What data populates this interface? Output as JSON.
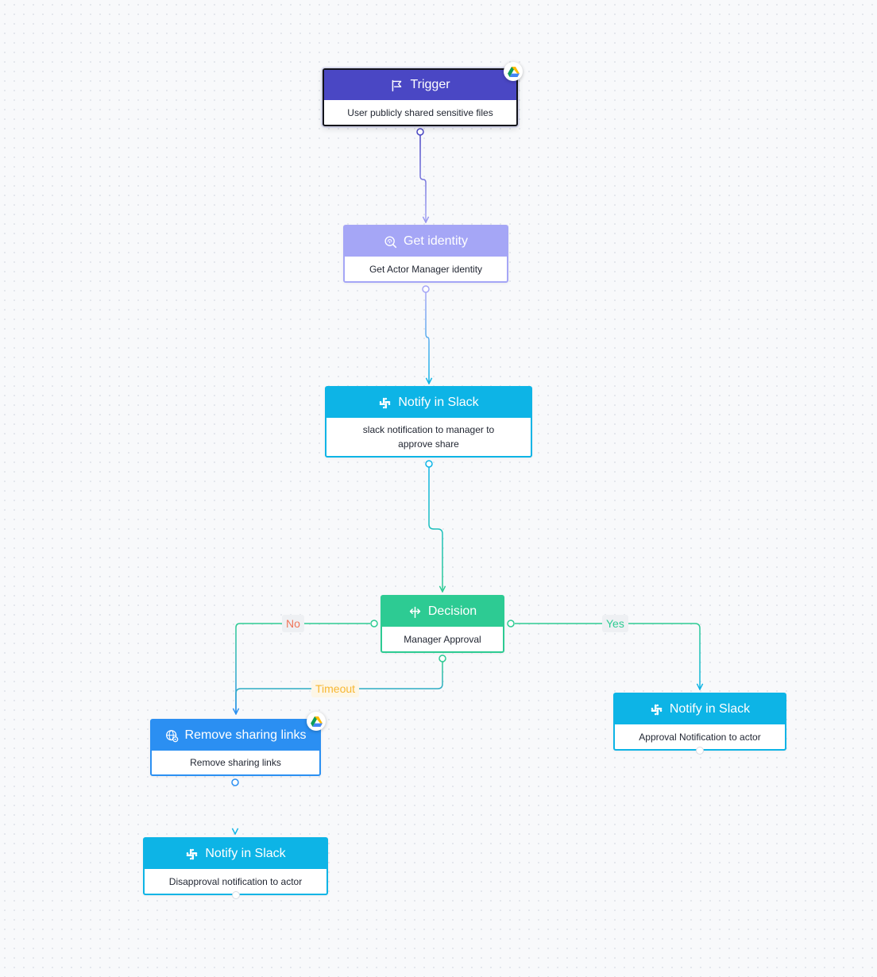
{
  "colors": {
    "trigger": "#4a47c4",
    "identity": "#a5a6f6",
    "slack": "#0db4e6",
    "decision": "#2dcb93",
    "remove": "#2b8ff2",
    "no_label": "#f07559",
    "yes_label": "#2dcb93",
    "timeout_label": "#f7b731"
  },
  "nodes": {
    "trigger": {
      "title": "Trigger",
      "text": "User publicly shared sensitive files",
      "icon": "flag-icon",
      "badge": "google-drive-icon"
    },
    "get_identity": {
      "title": "Get identity",
      "text": "Get Actor Manager identity",
      "icon": "fingerprint-search-icon"
    },
    "notify_manager": {
      "title": "Notify in Slack",
      "text": "slack notification to manager to approve share",
      "icon": "slack-icon"
    },
    "decision": {
      "title": "Decision",
      "text": "Manager Approval",
      "icon": "split-arrows-icon"
    },
    "notify_approval": {
      "title": "Notify in Slack",
      "text": "Approval Notification to actor",
      "icon": "slack-icon"
    },
    "remove_links": {
      "title": "Remove sharing links",
      "text": "Remove sharing links",
      "icon": "globe-link-icon",
      "badge": "google-drive-icon"
    },
    "notify_disapproval": {
      "title": "Notify in Slack",
      "text": "Disapproval notification to actor",
      "icon": "slack-icon"
    }
  },
  "edge_labels": {
    "no": "No",
    "yes": "Yes",
    "timeout": "Timeout"
  }
}
